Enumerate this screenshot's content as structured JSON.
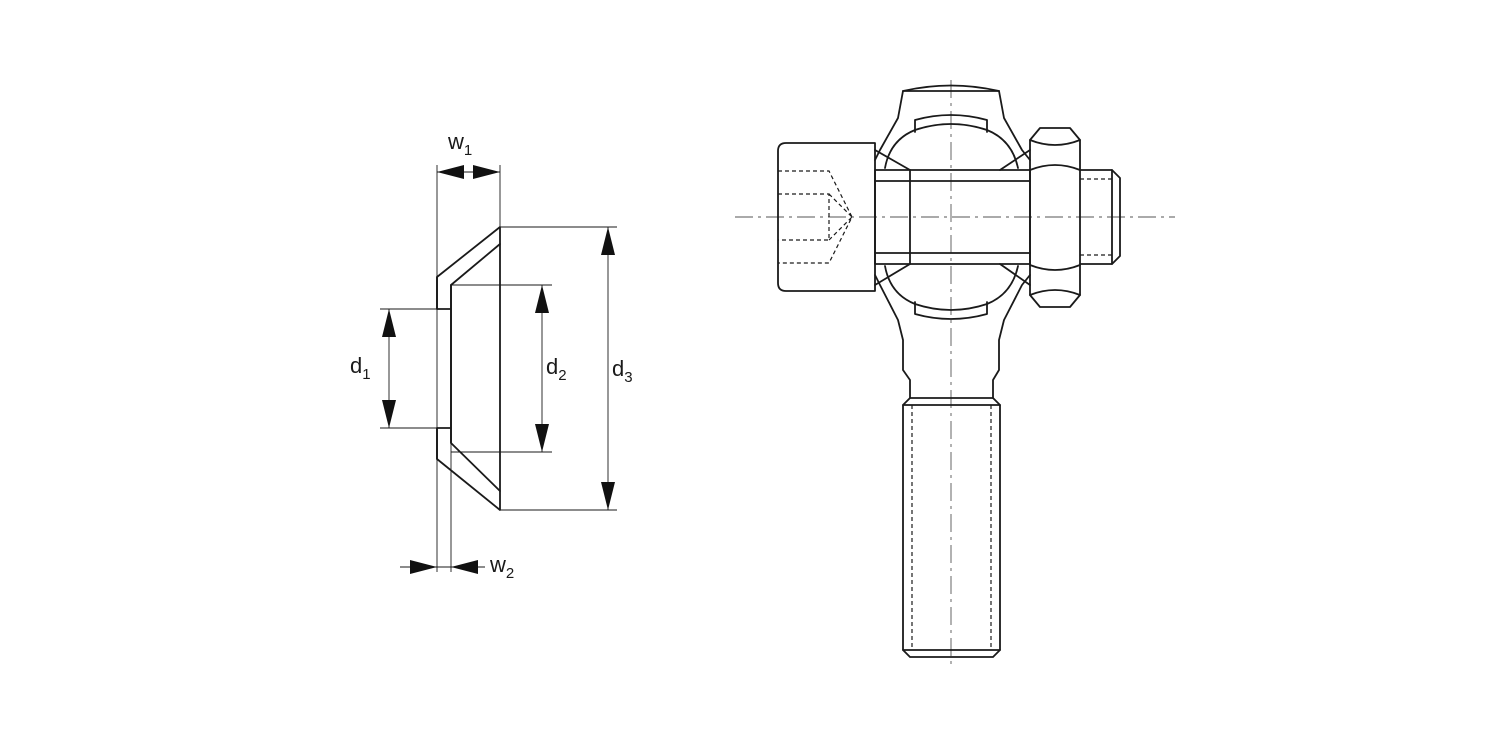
{
  "dimension_labels": {
    "w1": {
      "base": "w",
      "sub": "1"
    },
    "w2": {
      "base": "w",
      "sub": "2"
    },
    "d1": {
      "base": "d",
      "sub": "1"
    },
    "d2": {
      "base": "d",
      "sub": "2"
    },
    "d3": {
      "base": "d",
      "sub": "3"
    }
  },
  "colors": {
    "line": "#1a1a1a",
    "background": "#ffffff"
  }
}
